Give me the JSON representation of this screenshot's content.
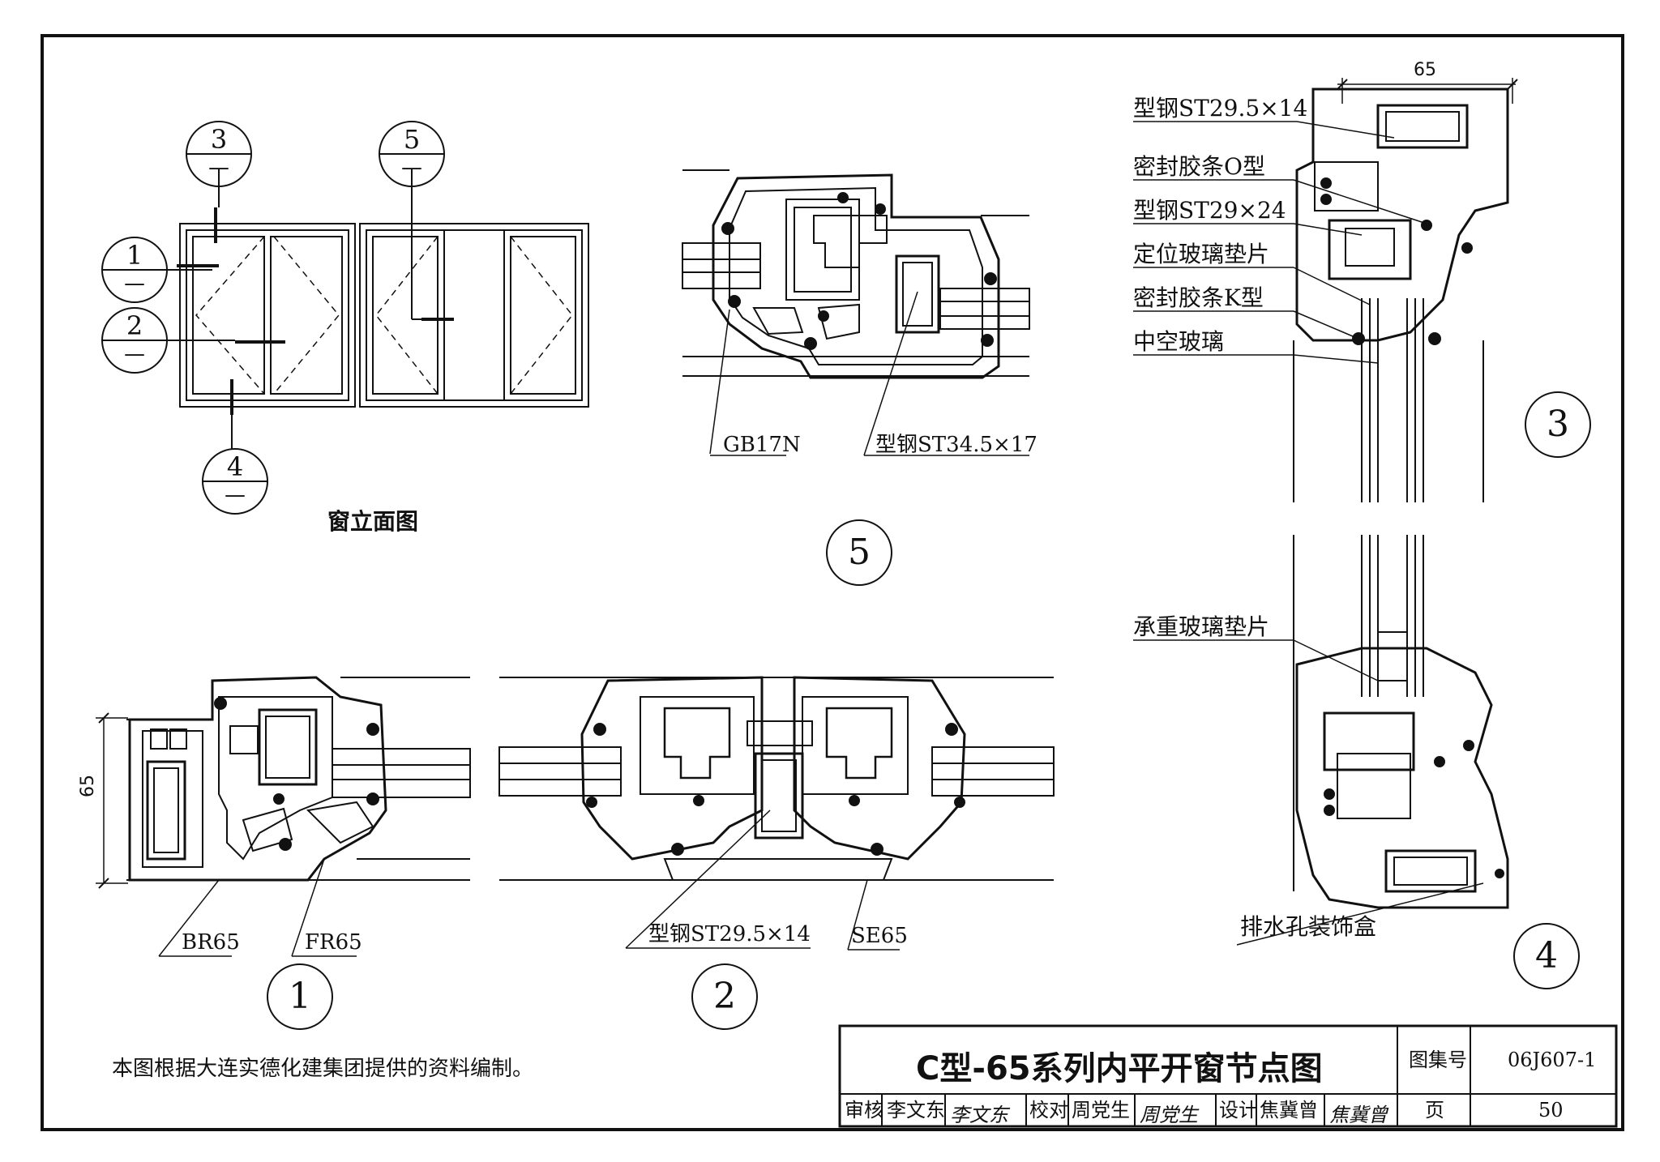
{
  "elevation": {
    "title": "窗立面图",
    "refs": [
      {
        "num": "3",
        "den": "—"
      },
      {
        "num": "5",
        "den": "—"
      },
      {
        "num": "1",
        "den": "—"
      },
      {
        "num": "2",
        "den": "—"
      },
      {
        "num": "4",
        "den": "—"
      }
    ]
  },
  "detail5": {
    "number": "5",
    "labels": {
      "gasket": "GB17N",
      "steel": "型钢ST34.5×17"
    }
  },
  "detail1": {
    "number": "1",
    "dimension": "65",
    "labels": {
      "frame": "BR65",
      "sash": "FR65"
    }
  },
  "detail2": {
    "number": "2",
    "labels": {
      "steel": "型钢ST29.5×14",
      "mullion": "SE65"
    }
  },
  "detail34": {
    "dimension": "65",
    "number_top": "3",
    "number_bottom": "4",
    "labels": [
      "型钢ST29.5×14",
      "密封胶条O型",
      "型钢ST29×24",
      "定位玻璃垫片",
      "密封胶条K型",
      "中空玻璃"
    ],
    "label_bearing": "承重玻璃垫片",
    "label_drain": "排水孔装饰盒"
  },
  "note": "本图根据大连实德化建集团提供的资料编制。",
  "title_block": {
    "title": "C型-65系列内平开窗节点图",
    "atlas_label": "图集号",
    "atlas_no": "06J607-1",
    "review_label": "审核",
    "review_name": "李文东",
    "review_sig": "李文东",
    "check_label": "校对",
    "check_name": "周党生",
    "check_sig": "周党生",
    "design_label": "设计",
    "design_name": "焦冀曾",
    "design_sig": "焦冀曾",
    "page_label": "页",
    "page_no": "50"
  }
}
